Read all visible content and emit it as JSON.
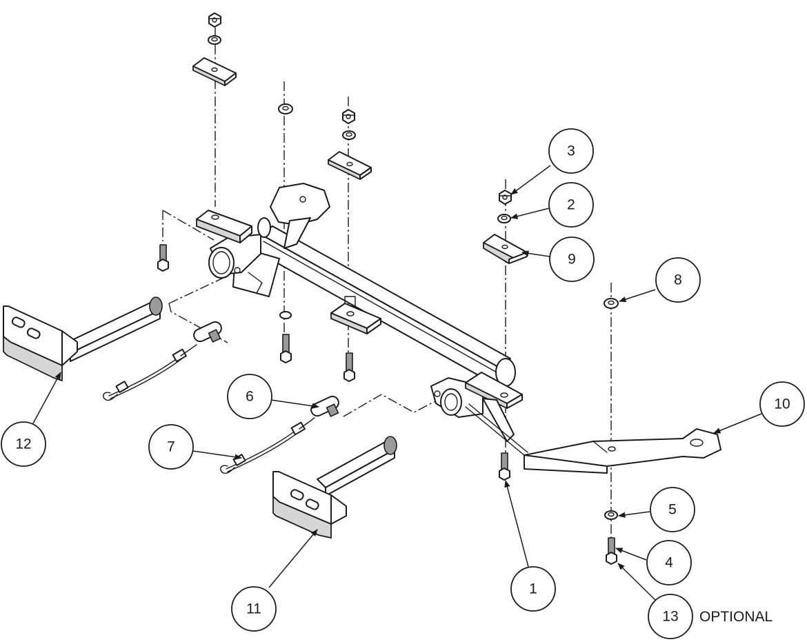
{
  "callouts": [
    {
      "id": "1",
      "label": "1"
    },
    {
      "id": "2",
      "label": "2"
    },
    {
      "id": "3",
      "label": "3"
    },
    {
      "id": "4",
      "label": "4"
    },
    {
      "id": "5",
      "label": "5"
    },
    {
      "id": "6",
      "label": "6"
    },
    {
      "id": "7",
      "label": "7"
    },
    {
      "id": "8",
      "label": "8"
    },
    {
      "id": "9",
      "label": "9"
    },
    {
      "id": "10",
      "label": "10"
    },
    {
      "id": "11",
      "label": "11"
    },
    {
      "id": "12",
      "label": "12"
    },
    {
      "id": "13",
      "label": "13"
    }
  ],
  "notes": {
    "optional": "OPTIONAL"
  }
}
